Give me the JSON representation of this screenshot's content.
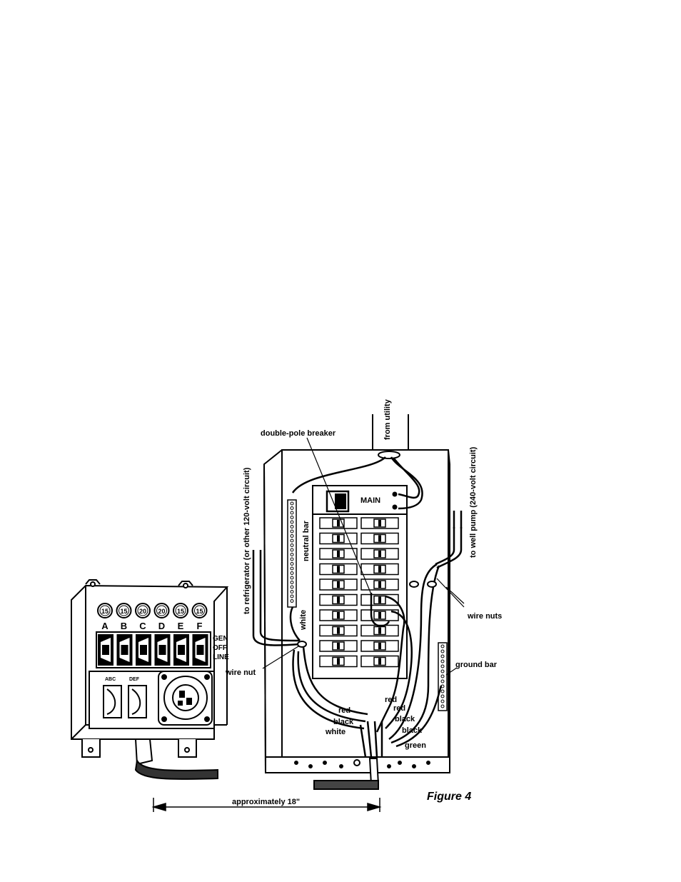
{
  "figure": {
    "caption": "Figure 4",
    "labels": {
      "from_utility": "from utility",
      "double_pole_breaker": "double-pole breaker",
      "main": "MAIN",
      "refrigerator": "to refrigerator (or other 120-volt circuit)",
      "neutral_bar": "neutral bar",
      "white_vertical": "white",
      "well_pump": "to well pump (240-volt circuit)",
      "wire_nuts": "wire nuts",
      "wire_nut": "wire nut",
      "ground_bar": "ground bar",
      "red_1": "red",
      "red_2": "red",
      "red_3": "red",
      "black_1": "black",
      "black_2": "black",
      "black_3": "black",
      "white": "white",
      "green": "green",
      "approx": "approximately 18\""
    },
    "transfer_switch": {
      "breaker_ratings": [
        "15",
        "15",
        "20",
        "20",
        "15",
        "15"
      ],
      "circuit_letters": [
        "A",
        "B",
        "C",
        "D",
        "E",
        "F"
      ],
      "positions": [
        "GEN",
        "OFF",
        "LINE"
      ],
      "meter_labels": [
        "ABC",
        "DEF"
      ]
    }
  }
}
